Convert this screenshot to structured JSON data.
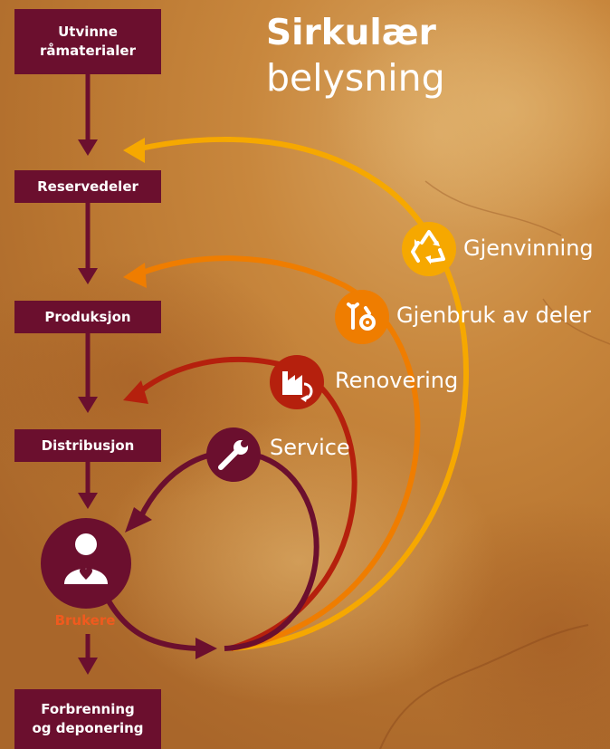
{
  "title": {
    "line1": "Sirkulær",
    "line2": "belysning"
  },
  "chain": {
    "extract": "Utvinne\nråmaterialer",
    "spare_parts": "Reservedeler",
    "production": "Produksjon",
    "distribution": "Distribusjon",
    "disposal": "Forbrenning\nog deponering"
  },
  "user": {
    "label": "Brukere"
  },
  "loops": {
    "recycling": "Gjenvinning",
    "reuse": "Gjenbruk av deler",
    "refurbish": "Renovering",
    "service": "Service"
  },
  "colors": {
    "maroon": "#6b0f2e",
    "recycling": "#f6a800",
    "reuse": "#ef7d00",
    "refurbish": "#b5200d",
    "service": "#6b0f2e",
    "user_label": "#f05a1e"
  },
  "icons": {
    "recycling": "recycle-icon",
    "reuse": "tools-gear-icon",
    "refurbish": "factory-refresh-icon",
    "service": "wrench-icon",
    "user": "person-heart-icon"
  }
}
